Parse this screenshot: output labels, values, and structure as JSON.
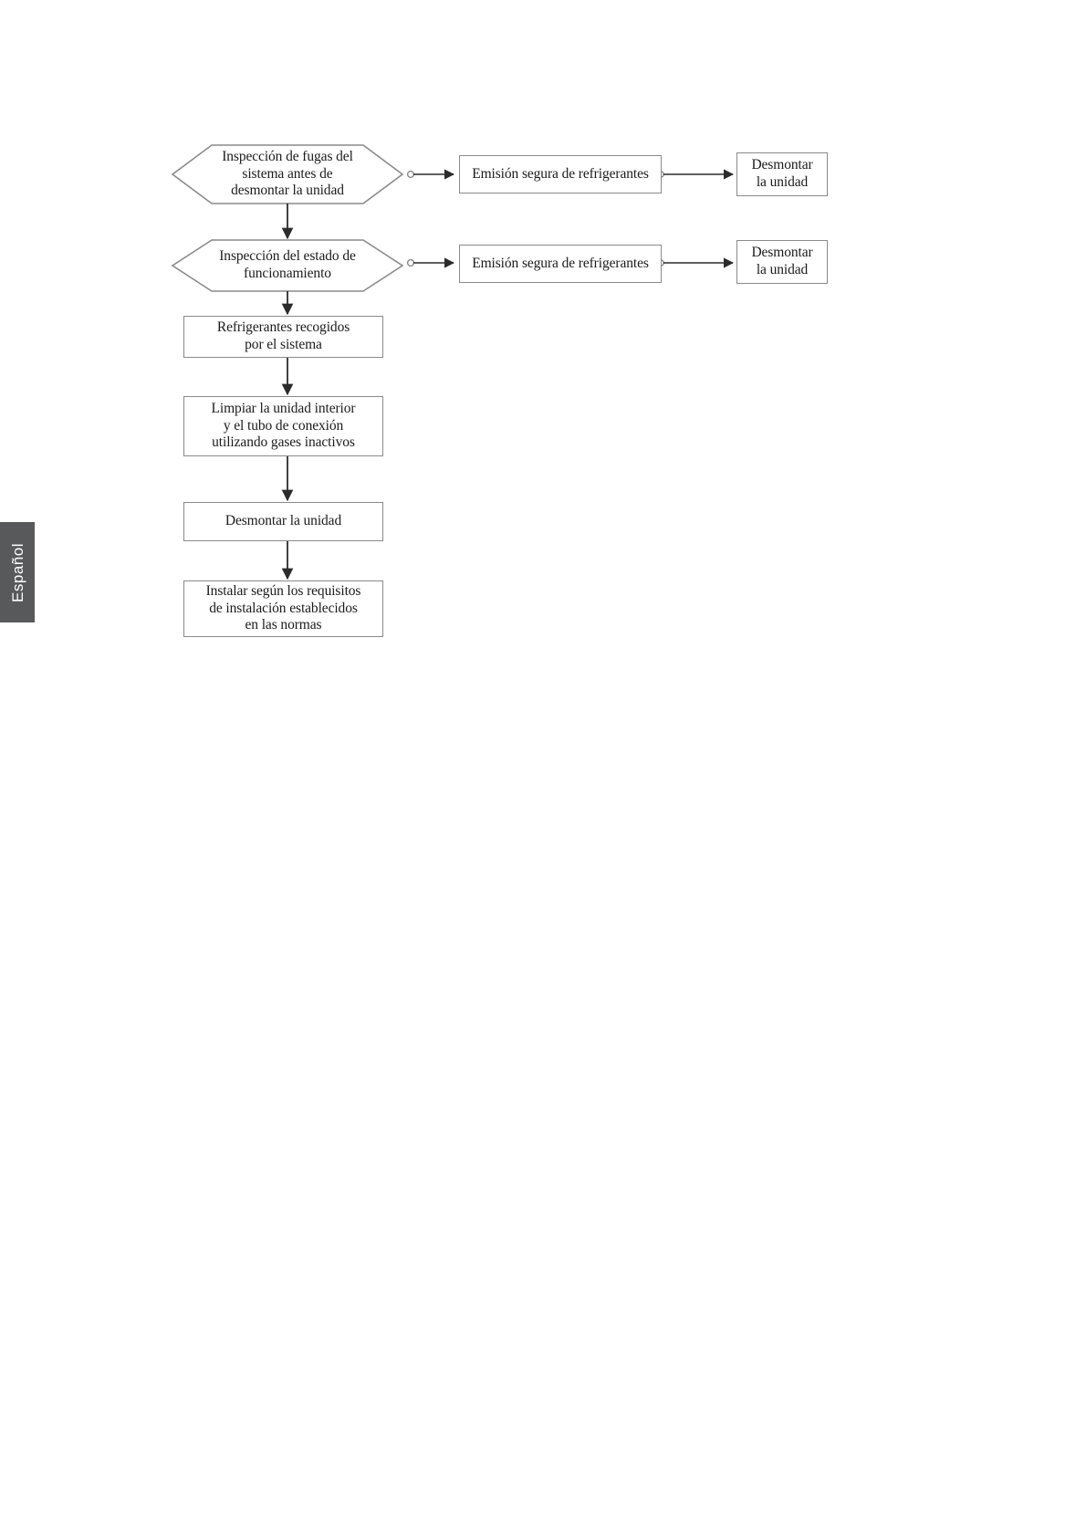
{
  "page": {
    "language_tab": "Español",
    "background_color": "#ffffff",
    "tab_color": "#58595b",
    "line_color": "#8a8a8a",
    "arrow_color": "#2b2b2b",
    "text_color": "#1b1b1b"
  },
  "chart_data": {
    "type": "diagram",
    "title": "",
    "orientation": "top-to-bottom with right branches",
    "nodes": [
      {
        "id": "n1",
        "shape": "hexagon",
        "label": "Inspección de fugas del sistema antes de desmontar la unidad",
        "lines": [
          "Inspección de fugas del",
          "sistema antes de",
          "desmontar la unidad"
        ]
      },
      {
        "id": "n2",
        "shape": "rectangle",
        "label": "Emisión segura de refrigerantes",
        "lines": [
          "Emisión segura de refrigerantes"
        ]
      },
      {
        "id": "n3",
        "shape": "rectangle",
        "label": "Desmontar la unidad",
        "lines": [
          "Desmontar",
          "la unidad"
        ]
      },
      {
        "id": "n4",
        "shape": "hexagon",
        "label": "Inspección del estado de funcionamiento",
        "lines": [
          "Inspección del estado de",
          "funcionamiento"
        ]
      },
      {
        "id": "n5",
        "shape": "rectangle",
        "label": "Emisión segura de refrigerantes",
        "lines": [
          "Emisión segura de refrigerantes"
        ]
      },
      {
        "id": "n6",
        "shape": "rectangle",
        "label": "Desmontar la unidad",
        "lines": [
          "Desmontar",
          "la unidad"
        ]
      },
      {
        "id": "n7",
        "shape": "rectangle",
        "label": "Refrigerantes recogidos por el sistema",
        "lines": [
          "Refrigerantes recogidos",
          "por el sistema"
        ]
      },
      {
        "id": "n8",
        "shape": "rectangle",
        "label": "Limpiar la unidad interior y el tubo de conexión utilizando gases inactivos",
        "lines": [
          "Limpiar la unidad interior",
          "y el tubo de conexión",
          "utilizando gases inactivos"
        ]
      },
      {
        "id": "n9",
        "shape": "rectangle",
        "label": "Desmontar la unidad",
        "lines": [
          "Desmontar la unidad"
        ]
      },
      {
        "id": "n10",
        "shape": "rectangle",
        "label": "Instalar según los requisitos de instalación establecidos en las normas",
        "lines": [
          "Instalar según los requisitos",
          "de instalación establecidos",
          "en las normas"
        ]
      }
    ],
    "edges": [
      {
        "from": "n1",
        "to": "n2",
        "direction": "right"
      },
      {
        "from": "n2",
        "to": "n3",
        "direction": "right"
      },
      {
        "from": "n1",
        "to": "n4",
        "direction": "down"
      },
      {
        "from": "n4",
        "to": "n5",
        "direction": "right"
      },
      {
        "from": "n5",
        "to": "n6",
        "direction": "right"
      },
      {
        "from": "n4",
        "to": "n7",
        "direction": "down"
      },
      {
        "from": "n7",
        "to": "n8",
        "direction": "down"
      },
      {
        "from": "n8",
        "to": "n9",
        "direction": "down"
      },
      {
        "from": "n9",
        "to": "n10",
        "direction": "down"
      }
    ]
  }
}
